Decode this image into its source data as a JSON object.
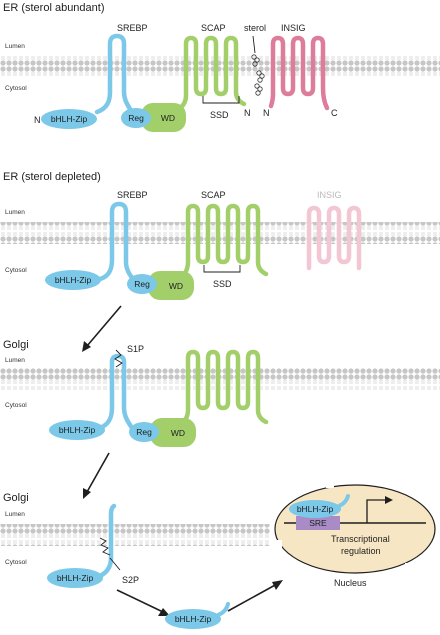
{
  "panel1": {
    "title": "ER (sterol abundant)",
    "lumen": "Lumen",
    "cytosol": "Cytosol",
    "srebp": "SREBP",
    "scap": "SCAP",
    "sterol": "sterol",
    "insig": "INSIG",
    "bhlh": "bHLH-Zip",
    "reg": "Reg",
    "wd": "WD",
    "ssd": "SSD",
    "n_srebp": "N",
    "n_scap": "N",
    "n_insig": "N",
    "c_insig": "C"
  },
  "panel2": {
    "title": "ER (sterol depleted)",
    "lumen": "Lumen",
    "cytosol": "Cytosol",
    "srebp": "SREBP",
    "scap": "SCAP",
    "insig": "INSIG",
    "bhlh": "bHLH-Zip",
    "reg": "Reg",
    "wd": "WD",
    "ssd": "SSD"
  },
  "panel3": {
    "title": "Golgi",
    "lumen": "Lumen",
    "cytosol": "Cytosol",
    "s1p": "S1P",
    "bhlh": "bHLH-Zip",
    "reg": "Reg",
    "wd": "WD"
  },
  "panel4": {
    "title": "Golgi",
    "lumen": "Lumen",
    "cytosol": "Cytosol",
    "s2p": "S2P",
    "bhlh": "bHLH-Zip",
    "free_bhlh": "bHLH-Zip"
  },
  "nucleus": {
    "label": "Nucleus",
    "bhlh": "bHLH-Zip",
    "sre": "SRE",
    "transcription_line1": "Transcriptional",
    "transcription_line2": "regulation"
  },
  "colors": {
    "srebp": "#7cc8e8",
    "scap": "#a3cf6b",
    "insig": "#de7d9b",
    "membrane": "#c8c8c8",
    "nucleus": "#f7e6c4",
    "sre": "#a98bc6"
  }
}
